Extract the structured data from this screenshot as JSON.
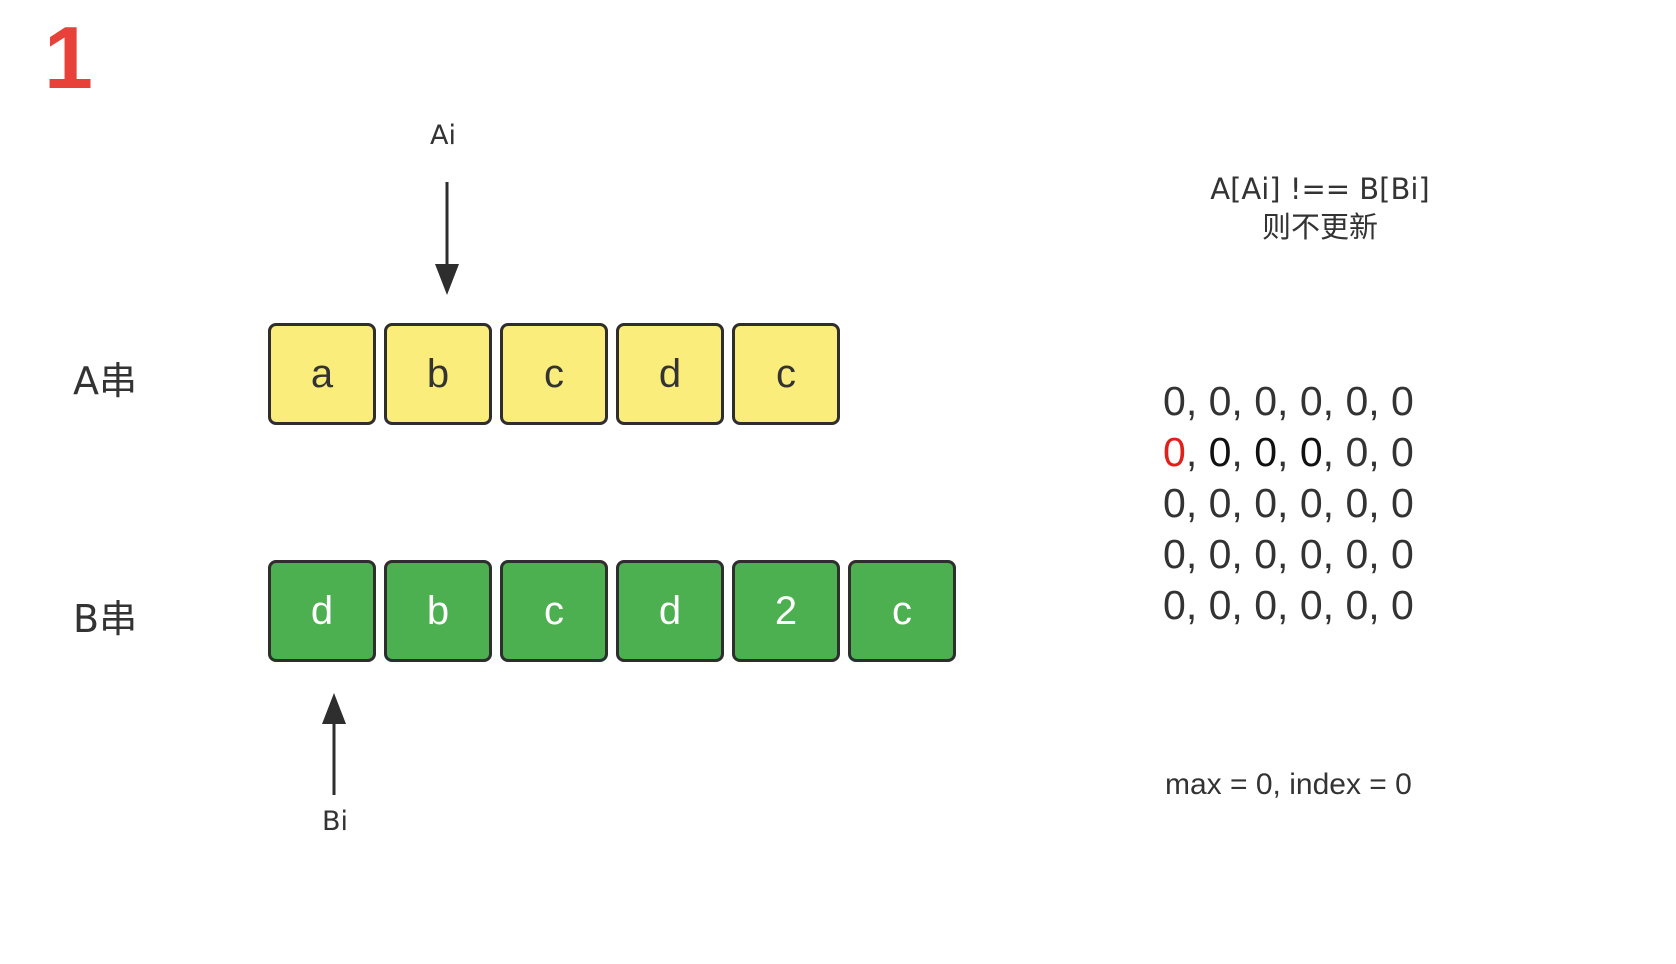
{
  "step": "1",
  "pointer_a": "Ai",
  "pointer_b": "Bi",
  "row_a": {
    "label": "A串",
    "cells": [
      "a",
      "b",
      "c",
      "d",
      "c"
    ]
  },
  "row_b": {
    "label": "B串",
    "cells": [
      "d",
      "b",
      "c",
      "d",
      "2",
      "c"
    ]
  },
  "note": {
    "line1": "A[Ai] !== B[Bi]",
    "line2": "则不更新"
  },
  "matrix": {
    "rows": [
      [
        "0",
        "0",
        "0",
        "0",
        "0",
        "0"
      ],
      [
        "0",
        "0",
        "0",
        "0",
        "0",
        "0"
      ],
      [
        "0",
        "0",
        "0",
        "0",
        "0",
        "0"
      ],
      [
        "0",
        "0",
        "0",
        "0",
        "0",
        "0"
      ],
      [
        "0",
        "0",
        "0",
        "0",
        "0",
        "0"
      ]
    ],
    "highlight_row": 1,
    "highlight_col": 0,
    "emphasis_cols_in_highlight_row": [
      1,
      2,
      3
    ]
  },
  "summary": "max = 0, index = 0",
  "colors": {
    "step": "#e8413a",
    "cell_a": "#fbed7b",
    "cell_b": "#4caf50",
    "highlight": "#e0201b",
    "emphasis": "#111111",
    "default_text": "#333333"
  }
}
